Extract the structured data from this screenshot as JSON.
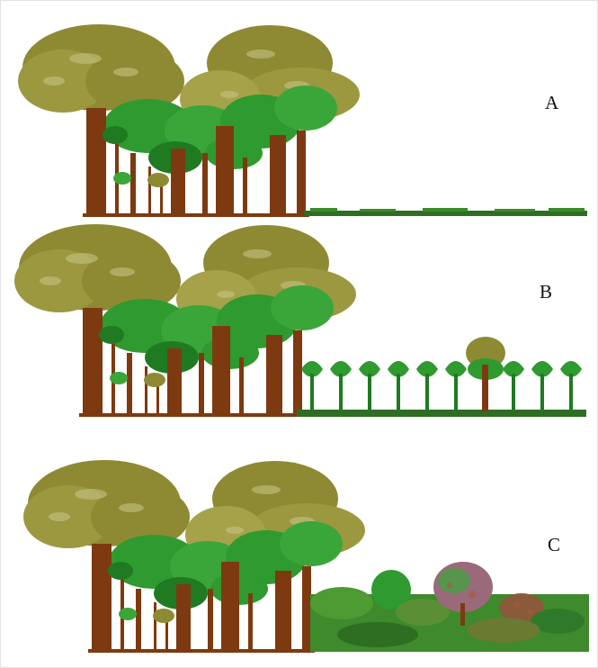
{
  "panels": [
    {
      "label": "A"
    },
    {
      "label": "B"
    },
    {
      "label": "C"
    }
  ],
  "colors": {
    "canopy": "#8e8a33",
    "canopy_light": "#a6a24a",
    "trunk": "#7d3a10",
    "green": "#2f9a2f",
    "green_dark": "#1f7a22",
    "ground": "#2e6e22",
    "shrub_mixed": "#8a5a3a"
  }
}
